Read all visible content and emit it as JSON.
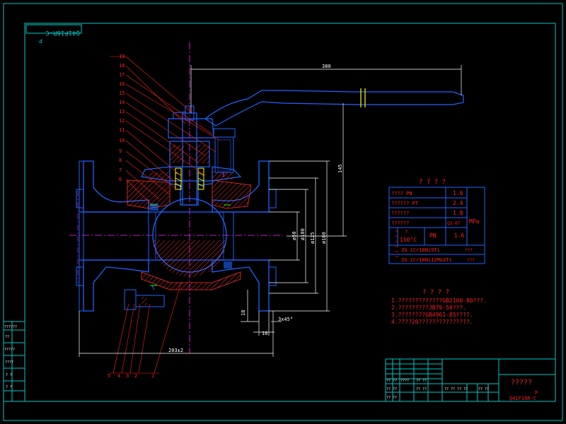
{
  "drawing": {
    "corner_stamp": "Q41F16R-C",
    "corner_stamp_prefix": "P",
    "title_cn": "?????",
    "title_p": "P",
    "drawing_no": "Q41F16R-C",
    "title_block_cells": [
      "?? ??",
      "????",
      "?? ??",
      "?? ??",
      "?? ??",
      "?? ??",
      "?? ?? ?? ??",
      "?? ??"
    ]
  },
  "dimensions": {
    "handle_length": "380",
    "height": "145",
    "d50": "ø50",
    "d100": "ø100",
    "d125": "ø125",
    "d160": "ø160",
    "left_18": "18",
    "bottom_16": "16",
    "chamfer": "3x45°",
    "overall": "203±2"
  },
  "balloons": {
    "upper": [
      "19",
      "18",
      "17",
      "16",
      "15",
      "14",
      "13",
      "12",
      "11",
      "10",
      "9",
      "8",
      "7",
      "6"
    ],
    "lower": [
      "5",
      "4",
      "3",
      "2",
      "1"
    ]
  },
  "spec_table": {
    "heading": "? ? ? ?",
    "rows": [
      {
        "label": "???? PN",
        "value": "1.6"
      },
      {
        "label": "?????? PT",
        "value": "2.4"
      },
      {
        "label": "??????",
        "value": "1.8"
      },
      {
        "label": "??????",
        "value": "Q3-07"
      }
    ],
    "unit": "MPa",
    "temp_q": "?",
    "temp": "150°C",
    "pn_label": "PN",
    "pn_value": "1.6",
    "side_q": "? ? ? ? ? ?",
    "materials": [
      {
        "code": "ZG 1Cr18Ni9Ti",
        "note": "???"
      },
      {
        "code": "ZG 1Cr18Ni12Mo2Ti",
        "note": "???"
      }
    ]
  },
  "notes": {
    "heading": "? ? ? ?",
    "items": [
      "1.?????????????GB2100-80???.",
      "2.?????????JB79-59???.",
      "3.????????GB4961-85????.",
      "4.????20???????????????."
    ]
  },
  "left_table": {
    "rows": [
      "??????",
      "??",
      "?????",
      "????",
      "? ?",
      "? ?"
    ]
  },
  "colors": {
    "frame": "#00c8c8",
    "part": "#1e64ff",
    "white": "#ffffff",
    "red": "#ff2020",
    "magenta": "#ff20ff",
    "yellow": "#ffff00",
    "hatch": "#ff3030"
  }
}
